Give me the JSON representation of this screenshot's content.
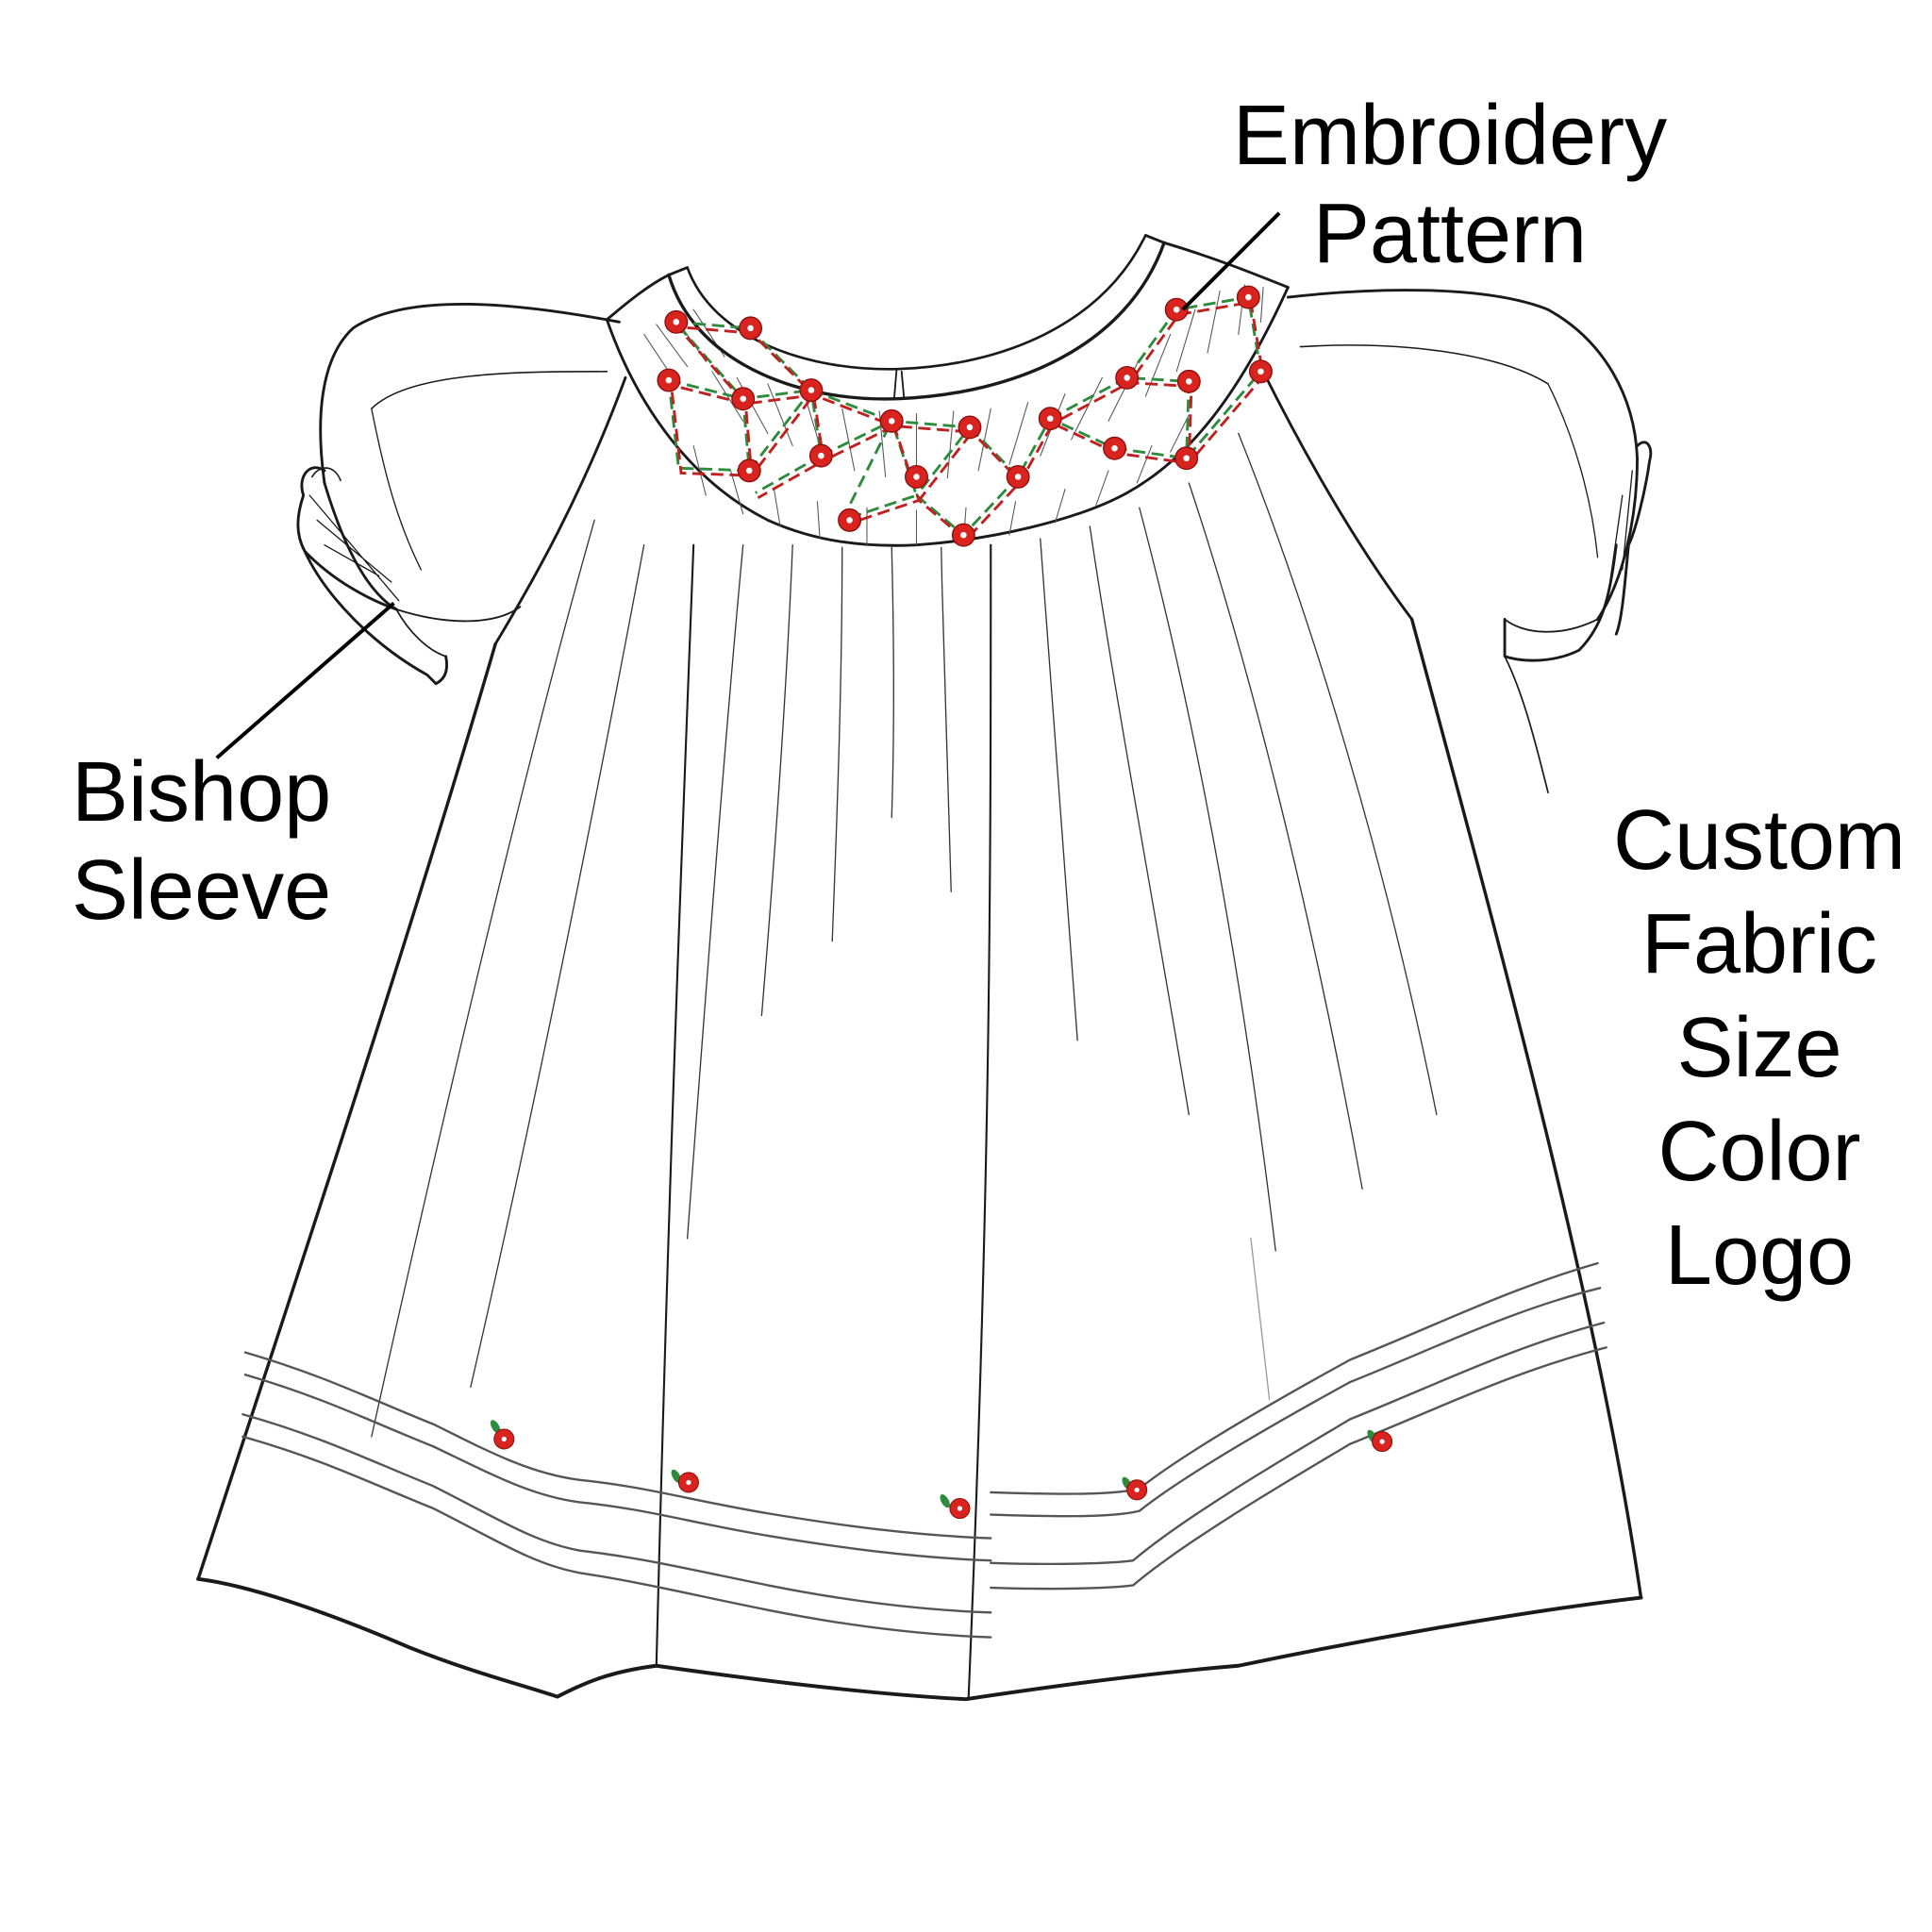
{
  "annotations": {
    "embroidery": {
      "lines": [
        "Embroidery",
        "Pattern"
      ]
    },
    "sleeve": {
      "lines": [
        "Bishop",
        "Sleeve"
      ]
    },
    "custom_options": {
      "lines": [
        "Custom",
        "Fabric",
        "Size",
        "Color",
        "Logo"
      ]
    }
  },
  "colors": {
    "line": "#1a1a1a",
    "flower_red": "#d8231f",
    "leaf_green": "#2e8b3e",
    "background": "#ffffff"
  },
  "illustration": {
    "subject": "smocked bishop dress line drawing",
    "icons": [
      "dress-illustration",
      "smocked-yoke",
      "rosebud-embroidery",
      "leader-line"
    ]
  }
}
